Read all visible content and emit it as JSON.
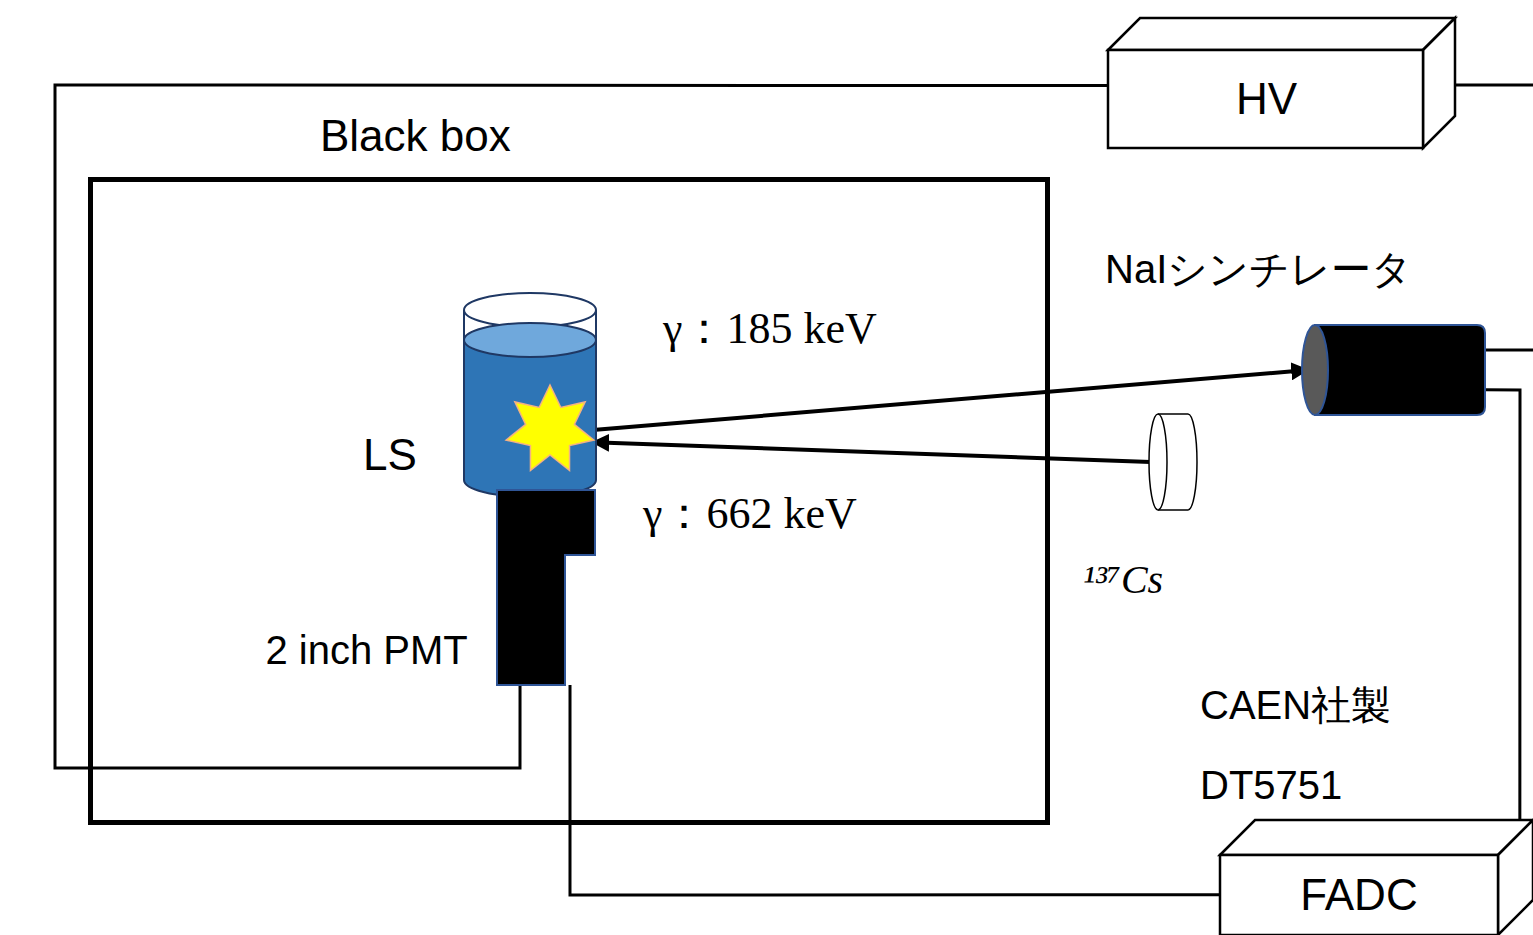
{
  "diagram": {
    "nodes": [
      {
        "text": [
          "HV"
        ]
      },
      {
        "text": [
          "Black box"
        ]
      },
      {
        "text": [
          "LS"
        ],
        "in": 1
      },
      {
        "text": [
          "2 inch PMT"
        ],
        "in": 1
      },
      {
        "text": [
          "NaIシンチレータ"
        ]
      },
      {
        "text": [
          "¹³⁷Cs"
        ]
      },
      {
        "text": [
          "FADC"
        ]
      }
    ],
    "edges": [
      {
        "from": 2,
        "to": 4,
        "arrow": "to",
        "label": "γ：185 keV"
      },
      {
        "from": 5,
        "to": 2,
        "arrow": "to",
        "label": "γ：662 keV"
      },
      {
        "from": 0,
        "to": 3,
        "arrow": "none"
      },
      {
        "from": 3,
        "to": 6,
        "arrow": "none"
      },
      {
        "from": 4,
        "to": 6,
        "arrow": "none"
      }
    ],
    "labels": [
      "CAEN社製 DT5751"
    ]
  }
}
